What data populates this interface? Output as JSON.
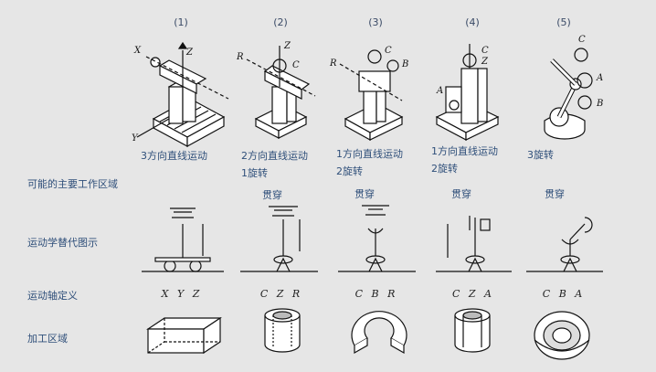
{
  "columns": [
    {
      "num": "(1)",
      "motion_line1": "3方向直线运动",
      "motion_line2": "",
      "traverse": "",
      "axes": "X Y Z",
      "arm_labels": [
        "X",
        "Z",
        "Y"
      ]
    },
    {
      "num": "(2)",
      "motion_line1": "2方向直线运动",
      "motion_line2": "1旋转",
      "traverse": "贯穿",
      "axes": "C Z R",
      "arm_labels": [
        "R",
        "Z",
        "C"
      ]
    },
    {
      "num": "(3)",
      "motion_line1": "1方向直线运动",
      "motion_line2": "2旋转",
      "traverse": "贯穿",
      "axes": "C B R",
      "arm_labels": [
        "R",
        "C",
        "B"
      ]
    },
    {
      "num": "(4)",
      "motion_line1": "1方向直线运动",
      "motion_line2": "2旋转",
      "traverse": "贯穿",
      "axes": "C Z A",
      "arm_labels": [
        "A",
        "C",
        "Z"
      ]
    },
    {
      "num": "(5)",
      "motion_line1": "3旋转",
      "motion_line2": "",
      "traverse": "贯穿",
      "axes": "C B A",
      "arm_labels": [
        "C",
        "A",
        "B"
      ]
    }
  ],
  "row_labels": {
    "workspace": "可能的主要工作区域",
    "kinematic": "运动学替代图示",
    "axis_def": "运动轴定义",
    "machining": "加工区域"
  }
}
